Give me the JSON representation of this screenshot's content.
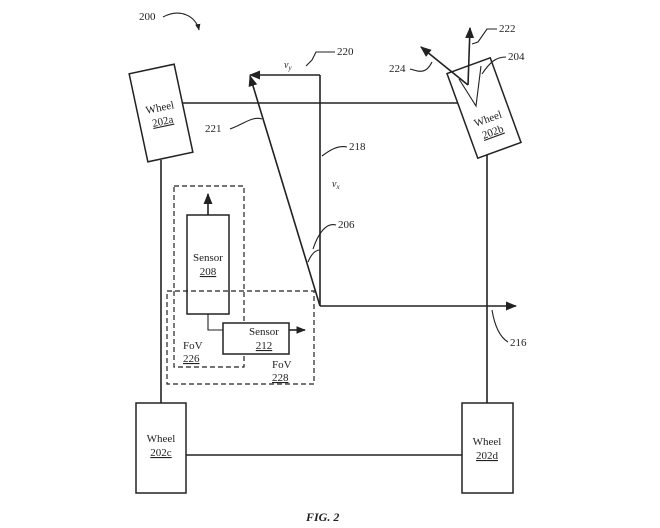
{
  "figure_ref": "200",
  "caption": "FIG. 2",
  "wheels": {
    "a": {
      "label": "Wheel",
      "ref": "202a"
    },
    "b": {
      "label": "Wheel",
      "ref": "202b"
    },
    "c": {
      "label": "Wheel",
      "ref": "202c"
    },
    "d": {
      "label": "Wheel",
      "ref": "202d"
    }
  },
  "sensors": {
    "s208": {
      "label": "Sensor",
      "ref": "208"
    },
    "s212": {
      "label": "Sensor",
      "ref": "212"
    }
  },
  "fov": {
    "f226": {
      "label": "FoV",
      "ref": "226"
    },
    "f228": {
      "label": "FoV",
      "ref": "228"
    }
  },
  "refs": {
    "r204": "204",
    "r206": "206",
    "r216": "216",
    "r218": "218",
    "r220": "220",
    "r221": "221",
    "r222": "222",
    "r224": "224"
  },
  "vectors": {
    "vy": "v",
    "vy_sub": "y",
    "vx": "v",
    "vx_sub": "x"
  }
}
